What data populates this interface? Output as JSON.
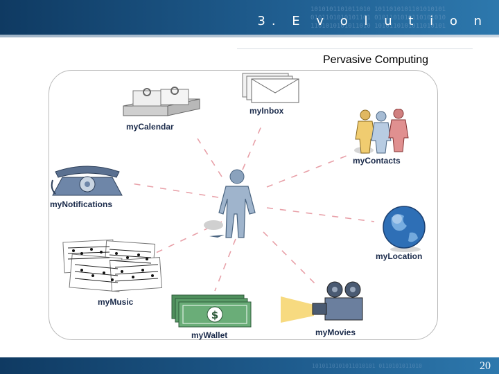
{
  "header": {
    "title": "3. E v o l u t i o n"
  },
  "slide": {
    "subtitle": "Pervasive Computing",
    "page_number": "20"
  },
  "diagram": {
    "center": {
      "icon": "person-icon"
    },
    "nodes": [
      {
        "id": "calendar",
        "label": "myCalendar",
        "icon": "calendar-icon"
      },
      {
        "id": "inbox",
        "label": "myInbox",
        "icon": "envelope-icon"
      },
      {
        "id": "contacts",
        "label": "myContacts",
        "icon": "people-icon"
      },
      {
        "id": "notifications",
        "label": "myNotifications",
        "icon": "telephone-icon"
      },
      {
        "id": "location",
        "label": "myLocation",
        "icon": "globe-icon"
      },
      {
        "id": "music",
        "label": "myMusic",
        "icon": "sheet-music-icon"
      },
      {
        "id": "wallet",
        "label": "myWallet",
        "icon": "dollar-bills-icon"
      },
      {
        "id": "movies",
        "label": "myMovies",
        "icon": "movie-projector-icon"
      }
    ]
  },
  "colors": {
    "header_blue": "#1f5d8f",
    "spoke_pink": "#e8a0a8",
    "label_navy": "#1a2a4a"
  }
}
